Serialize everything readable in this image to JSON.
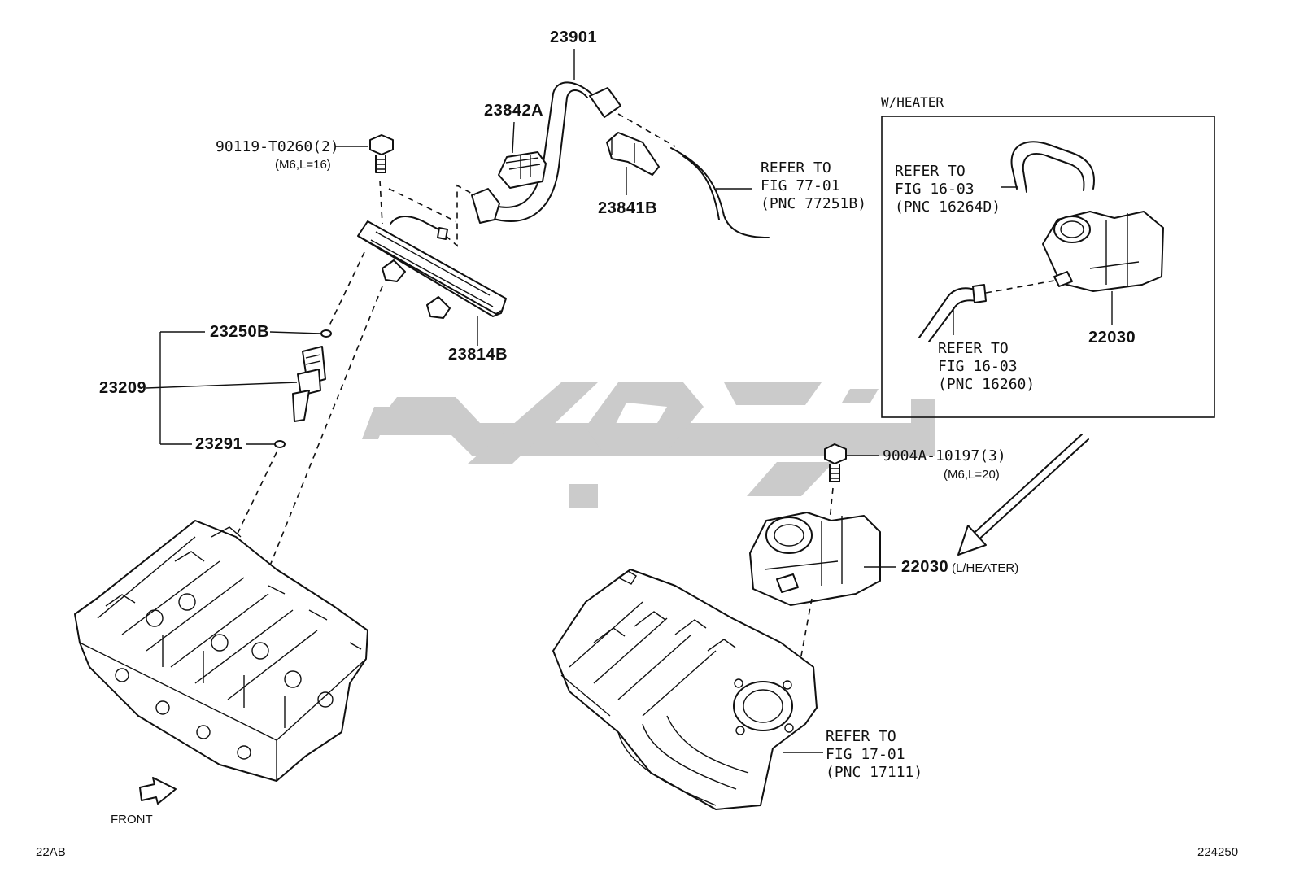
{
  "diagram": {
    "sheet_code": "22AB",
    "figure_number": "224250",
    "front_label": "FRONT",
    "heater_box_title": "W/HEATER",
    "watermark_text": "تکو پارت",
    "colors": {
      "line": "#111111",
      "watermark": "#c8c8c8",
      "background": "#ffffff"
    }
  },
  "callouts": {
    "p23901": "23901",
    "p23842A": "23842A",
    "p23841B": "23841B",
    "p23814B": "23814B",
    "p23250B": "23250B",
    "p23209": "23209",
    "p23291": "23291",
    "bolt_90119": "90119-T0260(2)",
    "bolt_90119_spec": "(M6,L=16)",
    "bolt_9004A": "9004A-10197(3)",
    "bolt_9004A_spec": "(M6,L=20)",
    "p22030_heater": "22030",
    "p22030_noheater": "22030",
    "p22030_noheater_note": "(L/HEATER)"
  },
  "references": {
    "fig77": {
      "l1": "REFER TO",
      "l2": "FIG 77-01",
      "l3": "(PNC 77251B)"
    },
    "fig16a": {
      "l1": "REFER TO",
      "l2": "FIG 16-03",
      "l3": "(PNC 16264D)"
    },
    "fig16b": {
      "l1": "REFER TO",
      "l2": "FIG 16-03",
      "l3": "(PNC 16260)"
    },
    "fig17": {
      "l1": "REFER TO",
      "l2": "FIG 17-01",
      "l3": "(PNC 17111)"
    }
  }
}
